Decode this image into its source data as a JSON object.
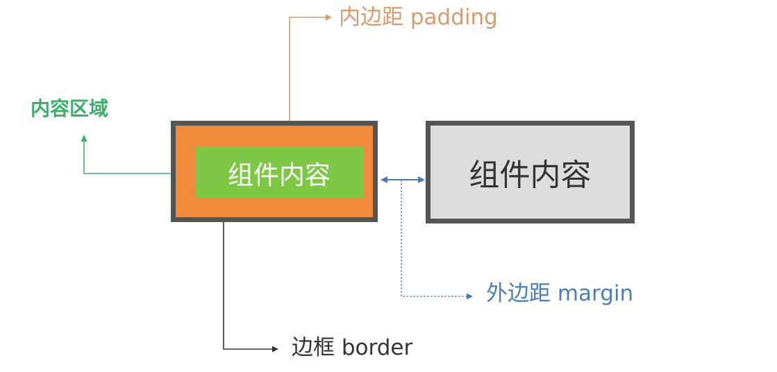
{
  "labels": {
    "padding": "内边距 padding",
    "content_area": "内容区域",
    "margin": "外边距 margin",
    "border": "边框 border"
  },
  "boxes": {
    "left_content": "组件内容",
    "right_content": "组件内容"
  },
  "colors": {
    "padding": "#F08A3C",
    "padding_label": "#D89A6A",
    "content": "#7DC744",
    "content_label": "#3BAE6A",
    "border": "#555555",
    "margin_label": "#4A7EBB",
    "right_box_fill": "#DDDDDD"
  }
}
